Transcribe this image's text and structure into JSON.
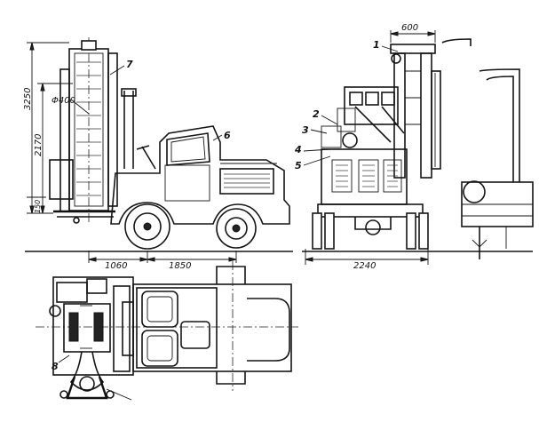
{
  "diagram": {
    "dimensions": {
      "total_height": "3250",
      "lift_height": "2170",
      "fork_clearance": "150",
      "fork_diameter": "Φ400",
      "front_overhang": "1060",
      "wheelbase": "1850",
      "track_width": "2240",
      "mast_width": "600"
    },
    "callouts": [
      "1",
      "2",
      "3",
      "4",
      "5",
      "6",
      "7",
      "8"
    ]
  }
}
